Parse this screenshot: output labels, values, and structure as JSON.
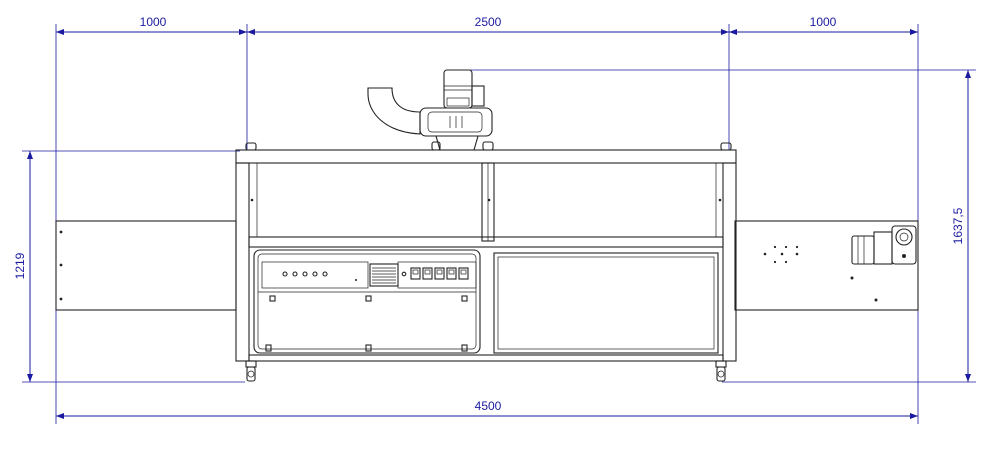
{
  "drawing": {
    "line_color": "#222222",
    "dimension_color": "#1a1aa0",
    "background": "#ffffff"
  },
  "dimensions": {
    "left_infeed": "1000",
    "center_section": "2500",
    "right_outfeed": "1000",
    "overall_length": "4500",
    "conveyor_height": "1219",
    "overall_height": "1637,5"
  }
}
